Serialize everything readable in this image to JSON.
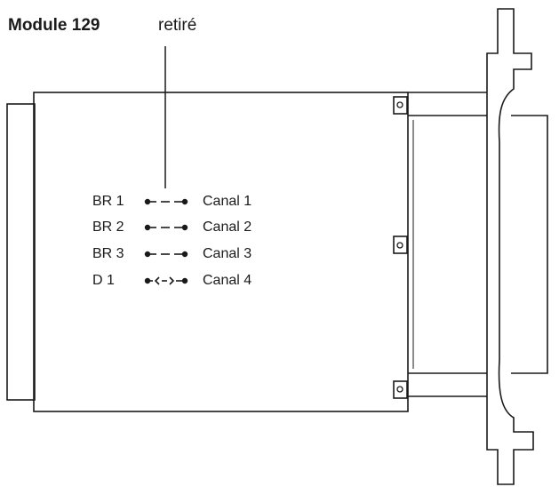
{
  "title": {
    "bold": "Module 129",
    "normal": "retiré"
  },
  "connections": [
    {
      "left": "BR 1",
      "right": "Canal 1",
      "state": "open"
    },
    {
      "left": "BR 2",
      "right": "Canal 2",
      "state": "open"
    },
    {
      "left": "BR 3",
      "right": "Canal 3",
      "state": "open"
    },
    {
      "left": "D 1",
      "right": "Canal 4",
      "state": "diode"
    }
  ]
}
